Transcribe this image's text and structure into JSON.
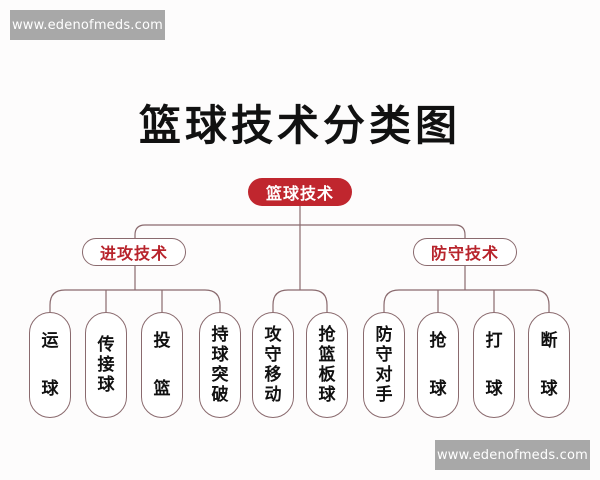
{
  "watermarks": {
    "top": "www.edenofmeds.com",
    "bottom": "www.edenofmeds.com"
  },
  "title": "篮球技术分类图",
  "root": {
    "label": "篮球技术"
  },
  "branches": [
    {
      "label": "进攻技术",
      "leaves": [
        {
          "chars": [
            "运",
            "球"
          ]
        },
        {
          "chars": [
            "传",
            "接",
            "球"
          ]
        },
        {
          "chars": [
            "投",
            "篮"
          ]
        },
        {
          "chars": [
            "持",
            "球",
            "突",
            "破"
          ]
        }
      ]
    },
    {
      "label": "",
      "leaves": [
        {
          "chars": [
            "攻",
            "守",
            "移",
            "动"
          ]
        },
        {
          "chars": [
            "抢",
            "篮",
            "板",
            "球"
          ]
        }
      ]
    },
    {
      "label": "防守技术",
      "leaves": [
        {
          "chars": [
            "防",
            "守",
            "对",
            "手"
          ]
        },
        {
          "chars": [
            "抢",
            "球"
          ]
        },
        {
          "chars": [
            "打",
            "球"
          ]
        },
        {
          "chars": [
            "断",
            "球"
          ]
        }
      ]
    }
  ],
  "colors": {
    "root_fill": "#c0262e",
    "branch_text": "#b8242c",
    "line": "#8a6a6e",
    "watermark_bg": "#a8a8a8"
  }
}
